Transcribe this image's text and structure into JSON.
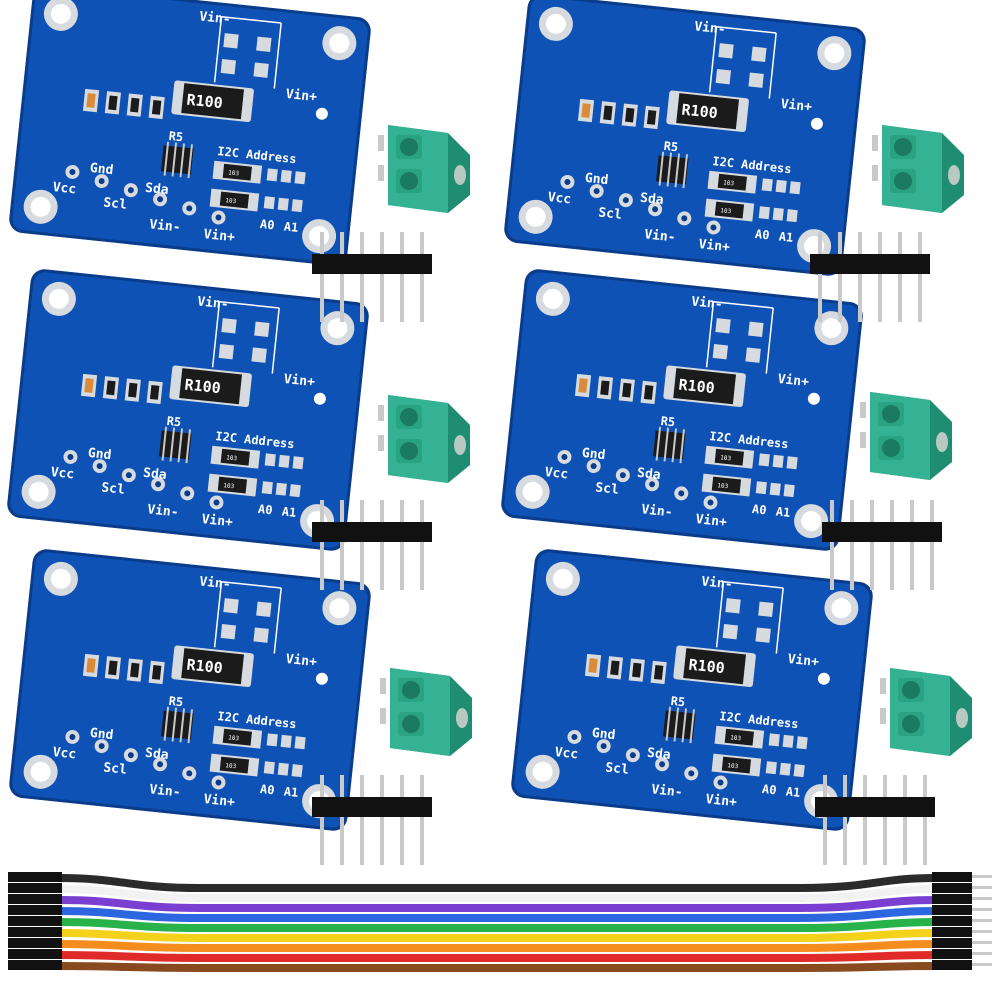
{
  "scene": {
    "description_free": true,
    "colors": {
      "pcb": "#0f52b5",
      "pcb_dark": "#0a3c8c",
      "pcb_edge": "#1f66c9",
      "pad": "#d7dbe0",
      "terminal": "#35b294",
      "terminal_dark": "#1f8d72",
      "header_plastic": "#111111",
      "pin": "#c9c9c9"
    }
  },
  "board_labels": {
    "vin_minus_top": "Vin-",
    "vin_plus_top": "Vin+",
    "shunt": "R100",
    "r5": "R5",
    "i2c": "I2C Address",
    "vcc": "Vcc",
    "gnd": "Gnd",
    "scl": "Scl",
    "sda": "Sda",
    "vin_minus": "Vin-",
    "vin_plus": "Vin+",
    "a0": "A0",
    "a1": "A1",
    "chip_code": "103"
  },
  "cable": {
    "wire_colors": [
      "#2b2b2b",
      "#ffffff",
      "#7a3fd1",
      "#2c67e0",
      "#28b34a",
      "#f4d21b",
      "#f58d1e",
      "#e02a2a",
      "#8a4a1f"
    ]
  }
}
